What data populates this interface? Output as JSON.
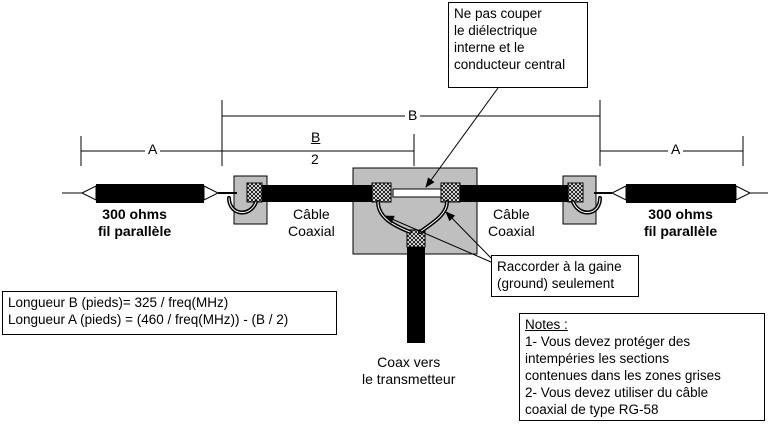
{
  "callouts": {
    "top": "Ne pas couper\nle diélectrique\ninterne et le\nconducteur central",
    "ground": "Raccorder à la gaine\n(ground) seulement"
  },
  "dimensions": {
    "a_left": "A",
    "a_right": "A",
    "b": "B",
    "b_half_num": "B",
    "b_half_den": "2"
  },
  "cables": {
    "left_300": "300 ohms\nfil parallèle",
    "right_300": "300 ohms\nfil parallèle",
    "coax_left": "Câble\nCoaxial",
    "coax_right": "Câble\nCoaxial",
    "feed": "Coax vers\nle transmetteur"
  },
  "formulas": {
    "line1": "Longueur B (pieds)= 325 / freq(MHz)",
    "line2": "Longueur A (pieds) = (460 / freq(MHz)) - (B / 2)"
  },
  "notes": {
    "title": "Notes :",
    "body": "1- Vous devez protéger des\nintempéries les sections\ncontenues dans les zones grises\n2- Vous devez utiliser du câble\ncoaxial de type RG-58"
  },
  "colors": {
    "shield": "#bfbfbf",
    "cable": "#000000",
    "line": "#000000"
  }
}
